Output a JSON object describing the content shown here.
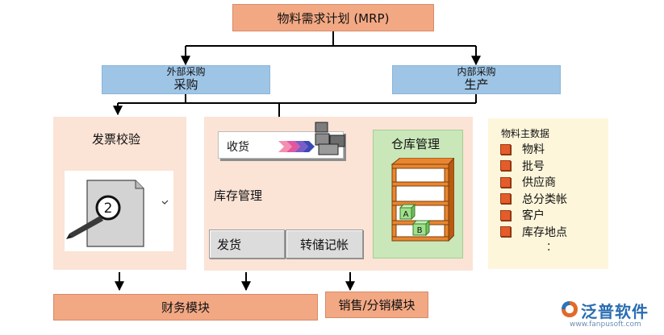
{
  "top_box": {
    "label": "物料需求计划 (MRP)"
  },
  "external_box": {
    "line1": "外部采购",
    "line2": "采购"
  },
  "internal_box": {
    "line1": "内部采购",
    "line2": "生产"
  },
  "invoice_panel": {
    "title": "发票校验"
  },
  "inventory_panel": {
    "receive_label": "收货",
    "title": "库存管理",
    "issue_label": "发货",
    "transfer_label": "转储记帐"
  },
  "warehouse_panel": {
    "title": "仓库管理",
    "shelf_labels": [
      "A",
      "B"
    ]
  },
  "master_data": {
    "title": "物料主数据",
    "items": [
      "物料",
      "批号",
      "供应商",
      "总分类帐",
      "客户",
      "库存地点"
    ],
    "more": "."
  },
  "finance_box": {
    "label": "财务模块"
  },
  "sales_box": {
    "label": "销售/分销模块"
  },
  "brand": {
    "name": "泛普软件",
    "url": "www.fanpusoft.com"
  }
}
